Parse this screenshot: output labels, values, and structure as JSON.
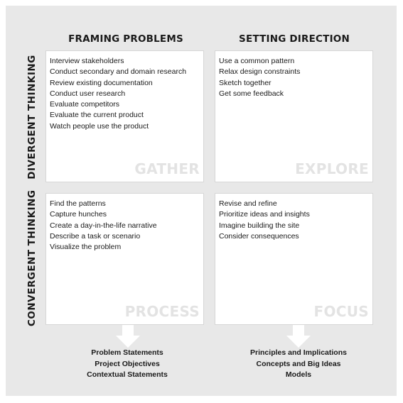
{
  "columns": [
    "FRAMING PROBLEMS",
    "SETTING DIRECTION"
  ],
  "rows": [
    "DIVERGENT THINKING",
    "CONVERGENT THINKING"
  ],
  "quadrants": {
    "gather": {
      "label": "GATHER",
      "items": [
        "Interview stakeholders",
        "Conduct secondary and domain research",
        "Review existing documentation",
        "Conduct user research",
        "Evaluate competitors",
        "Evaluate the current product",
        "Watch people use the product"
      ]
    },
    "explore": {
      "label": "EXPLORE",
      "items": [
        "Use a common pattern",
        "Relax design constraints",
        "Sketch together",
        "Get some feedback"
      ]
    },
    "process": {
      "label": "PROCESS",
      "items": [
        "Find the patterns",
        "Capture hunches",
        "Create a day-in-the-life narrative",
        "Describe a task or scenario",
        "Visualize the problem"
      ]
    },
    "focus": {
      "label": "FOCUS",
      "items": [
        "Revise and refine",
        "Prioritize ideas and insights",
        "Imagine building the site",
        "Consider consequences"
      ]
    }
  },
  "outputs": {
    "left": [
      "Problem Statements",
      "Project Objectives",
      "Contextual Statements"
    ],
    "right": [
      "Principles and Implications",
      "Concepts and Big Ideas",
      "Models"
    ]
  },
  "colors": {
    "background": "#e8e8e8",
    "box": "#ffffff",
    "watermark": "#e3e3e3",
    "arrow": "#ffffff"
  }
}
